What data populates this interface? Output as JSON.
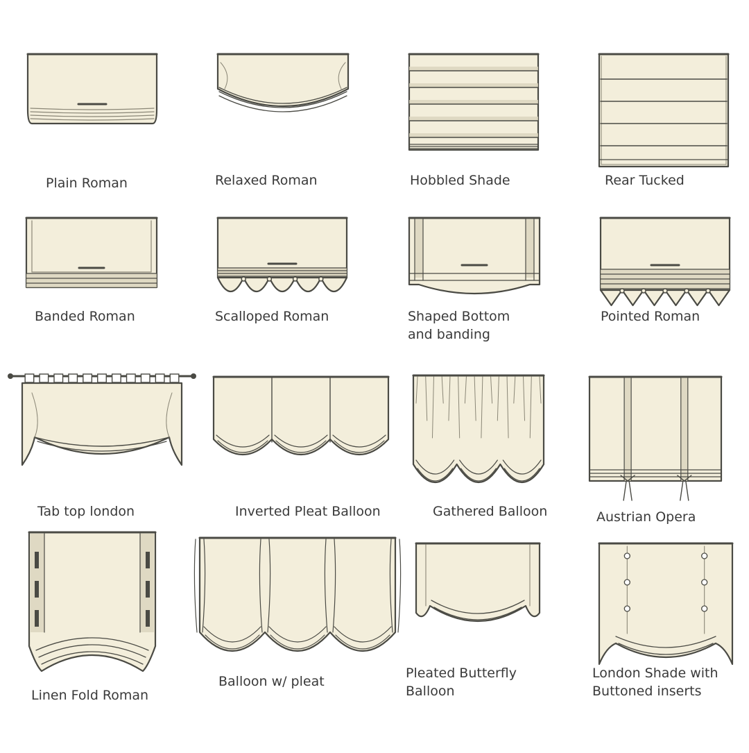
{
  "colors": {
    "fabric": "#f3eedb",
    "fabric_shade": "#d9d3bd",
    "line": "#4a4a44",
    "light_line": "#8a8676",
    "background": "#ffffff"
  },
  "shades": [
    {
      "id": "plain-roman",
      "label": "Plain Roman",
      "style": "plain-roman"
    },
    {
      "id": "relaxed-roman",
      "label": "Relaxed Roman",
      "style": "relaxed-roman"
    },
    {
      "id": "hobbled-shade",
      "label": "Hobbled Shade",
      "style": "hobbled"
    },
    {
      "id": "rear-tucked",
      "label": "Rear Tucked",
      "style": "rear-tucked"
    },
    {
      "id": "banded-roman",
      "label": "Banded Roman",
      "style": "banded"
    },
    {
      "id": "scalloped-roman",
      "label": "Scalloped Roman",
      "style": "scalloped"
    },
    {
      "id": "shaped-bottom",
      "label": "Shaped Bottom",
      "label2": "and banding",
      "style": "shaped-bottom"
    },
    {
      "id": "pointed-roman",
      "label": "Pointed Roman",
      "style": "pointed"
    },
    {
      "id": "tab-top-london",
      "label": "Tab top london",
      "style": "tab-top"
    },
    {
      "id": "inverted-pleat-balloon",
      "label": "Inverted Pleat Balloon",
      "style": "inverted-balloon"
    },
    {
      "id": "gathered-balloon",
      "label": "Gathered Balloon",
      "style": "gathered-balloon"
    },
    {
      "id": "austrian-opera",
      "label": "Austrian Opera",
      "style": "austrian"
    },
    {
      "id": "linen-fold-roman",
      "label": "Linen Fold Roman",
      "style": "linen-fold"
    },
    {
      "id": "balloon-w-pleat",
      "label": "Balloon w/ pleat",
      "style": "balloon-pleat"
    },
    {
      "id": "pleated-butterfly-balloon",
      "label": "Pleated Butterfly",
      "label2": "Balloon",
      "style": "butterfly"
    },
    {
      "id": "london-shade-buttoned",
      "label": "London Shade with",
      "label2": "Buttoned inserts",
      "style": "london-buttoned"
    }
  ]
}
